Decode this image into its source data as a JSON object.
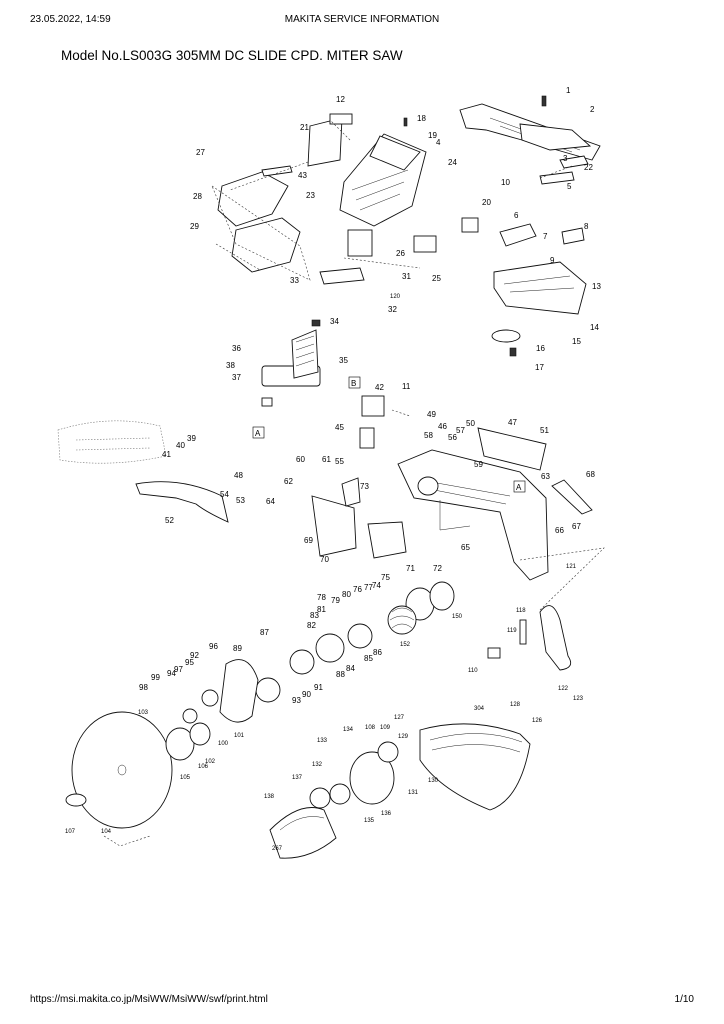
{
  "header": {
    "datetime": "23.05.2022, 14:59",
    "site_title": "MAKITA SERVICE INFORMATION"
  },
  "model_title": "Model No.LS003G 305MM DC SLIDE CPD. MITER SAW",
  "footer": {
    "url": "https://msi.makita.co.jp/MsiWW/MsiWW/swf/print.html",
    "page": "1/10"
  },
  "diagram": {
    "callouts": [
      "1",
      "2",
      "3",
      "4",
      "5",
      "6",
      "7",
      "8",
      "9",
      "10",
      "11",
      "12",
      "13",
      "14",
      "15",
      "16",
      "17",
      "18",
      "19",
      "20",
      "21",
      "22",
      "23",
      "24",
      "25",
      "26",
      "27",
      "28",
      "29",
      "31",
      "32",
      "33",
      "34",
      "35",
      "36",
      "37",
      "38",
      "39",
      "40",
      "41",
      "42",
      "43",
      "45",
      "46",
      "47",
      "48",
      "49",
      "50",
      "51",
      "52",
      "53",
      "54",
      "55",
      "56",
      "57",
      "58",
      "59",
      "60",
      "61",
      "62",
      "63",
      "64",
      "65",
      "66",
      "67",
      "68",
      "69",
      "70",
      "71",
      "72",
      "73",
      "74",
      "75",
      "76",
      "77",
      "78",
      "79",
      "80",
      "81",
      "82",
      "83",
      "84",
      "85",
      "86",
      "87",
      "88",
      "89",
      "90",
      "91",
      "92",
      "93",
      "94",
      "95",
      "96",
      "97",
      "98",
      "99",
      "100",
      "101",
      "102",
      "103",
      "104",
      "105",
      "106",
      "107",
      "108",
      "109",
      "110",
      "118",
      "119",
      "120",
      "121",
      "122",
      "123",
      "126",
      "127",
      "128",
      "129",
      "130",
      "131",
      "132",
      "133",
      "134",
      "135",
      "136",
      "137",
      "138",
      "150",
      "152",
      "267",
      "304"
    ],
    "ref_marks": [
      "A",
      "B",
      "A"
    ]
  }
}
